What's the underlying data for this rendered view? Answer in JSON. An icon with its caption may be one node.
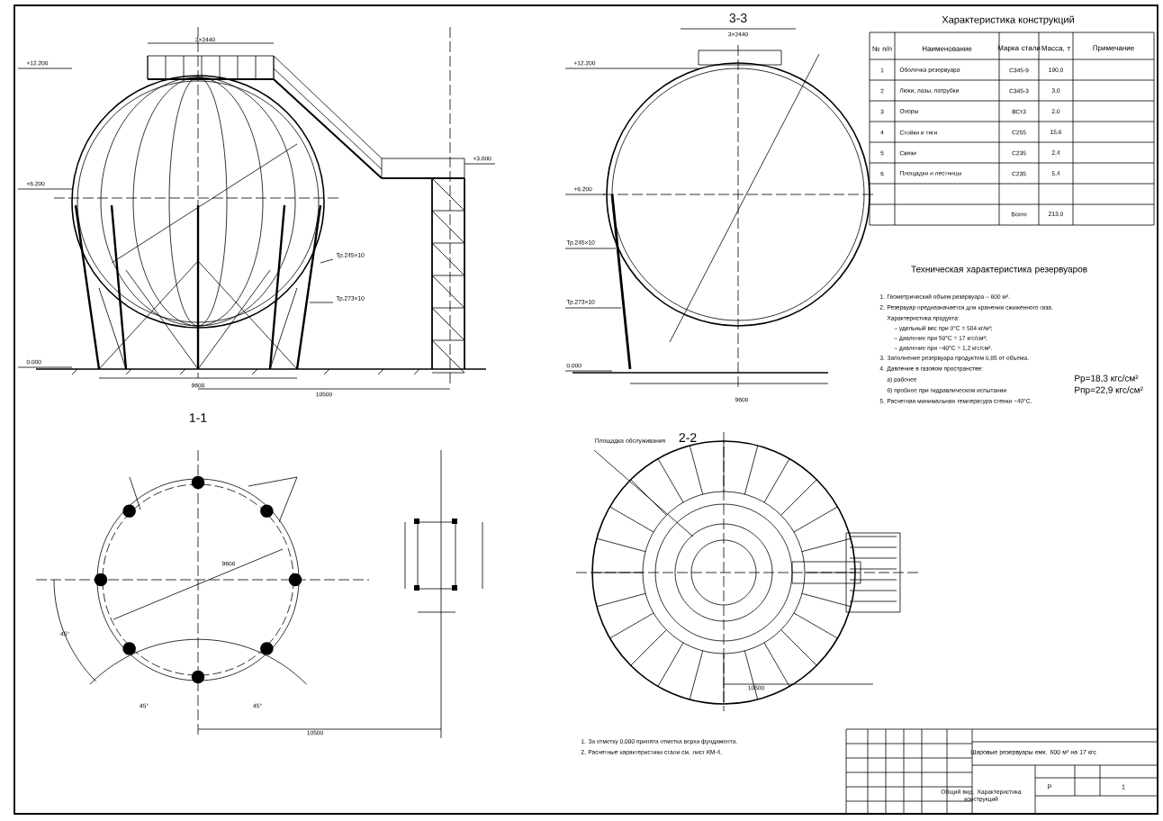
{
  "diagram": {
    "labels": [
      "Характеристика конструкций",
      "№ п/п",
      "Наименование",
      "Марка стали",
      "Масса, т",
      "Примечание",
      "1",
      "Оболочка резервуара",
      "С345-9",
      "190,0",
      "2",
      "Люки, лазы, патрубки",
      "С345-3",
      "3,0",
      "3",
      "Опоры",
      "ВСт3",
      "2,0",
      "4",
      "Стойки и тяги",
      "С255",
      "15,6",
      "5",
      "Связи",
      "С235",
      "2,4",
      "6",
      "Площадки и лестницы",
      "С235",
      "5,4",
      "Всего",
      "213,0",
      "Техническая характеристика резервуаров",
      "1. Геометрический объем резервуара – 600 м³.",
      "2. Резервуар предназначается для хранения сжиженного газа.",
      "Характеристика продукта:",
      "– удельный вес при 0°С = 584 кг/м³;",
      "– давление при 50°С = 17 кгс/см²;",
      "– давление при −40°С = 1,2 кгс/см².",
      "3. Заполнение резервуара продуктом 0,85 от объема.",
      "4. Давление в газовом пространстве:",
      "а) рабочее",
      "б) пробное при гидравлическом испытании",
      "Рр=18,3 кгс/см²",
      "Рпр=22,9 кгс/см²",
      "5. Расчетная минимальная температура стенки −40°С.",
      "1-1",
      "2-2",
      "3-3",
      "3×2440",
      "+12.200",
      "+6.200",
      "0.000",
      "Тр.245×10",
      "Тр.273×10",
      "+3.000",
      "9600",
      "10500",
      "+12.200",
      "+6.200",
      "Тр.245×10",
      "Тр.273×10",
      "0.000",
      "3×2440",
      "9600",
      "9600",
      "45°",
      "45°",
      "45°",
      "10500",
      "Площадка обслуживания",
      "10500",
      "1. За отметку 0,000 принята отметка верха фундамента.",
      "2. Расчетные характеристики стали см. лист КМ-4.",
      "Шаровые резервуары емк. 600 м³ на 17 кгс",
      "Общий вид. Характеристика конструкций",
      "Р",
      "1"
    ]
  }
}
